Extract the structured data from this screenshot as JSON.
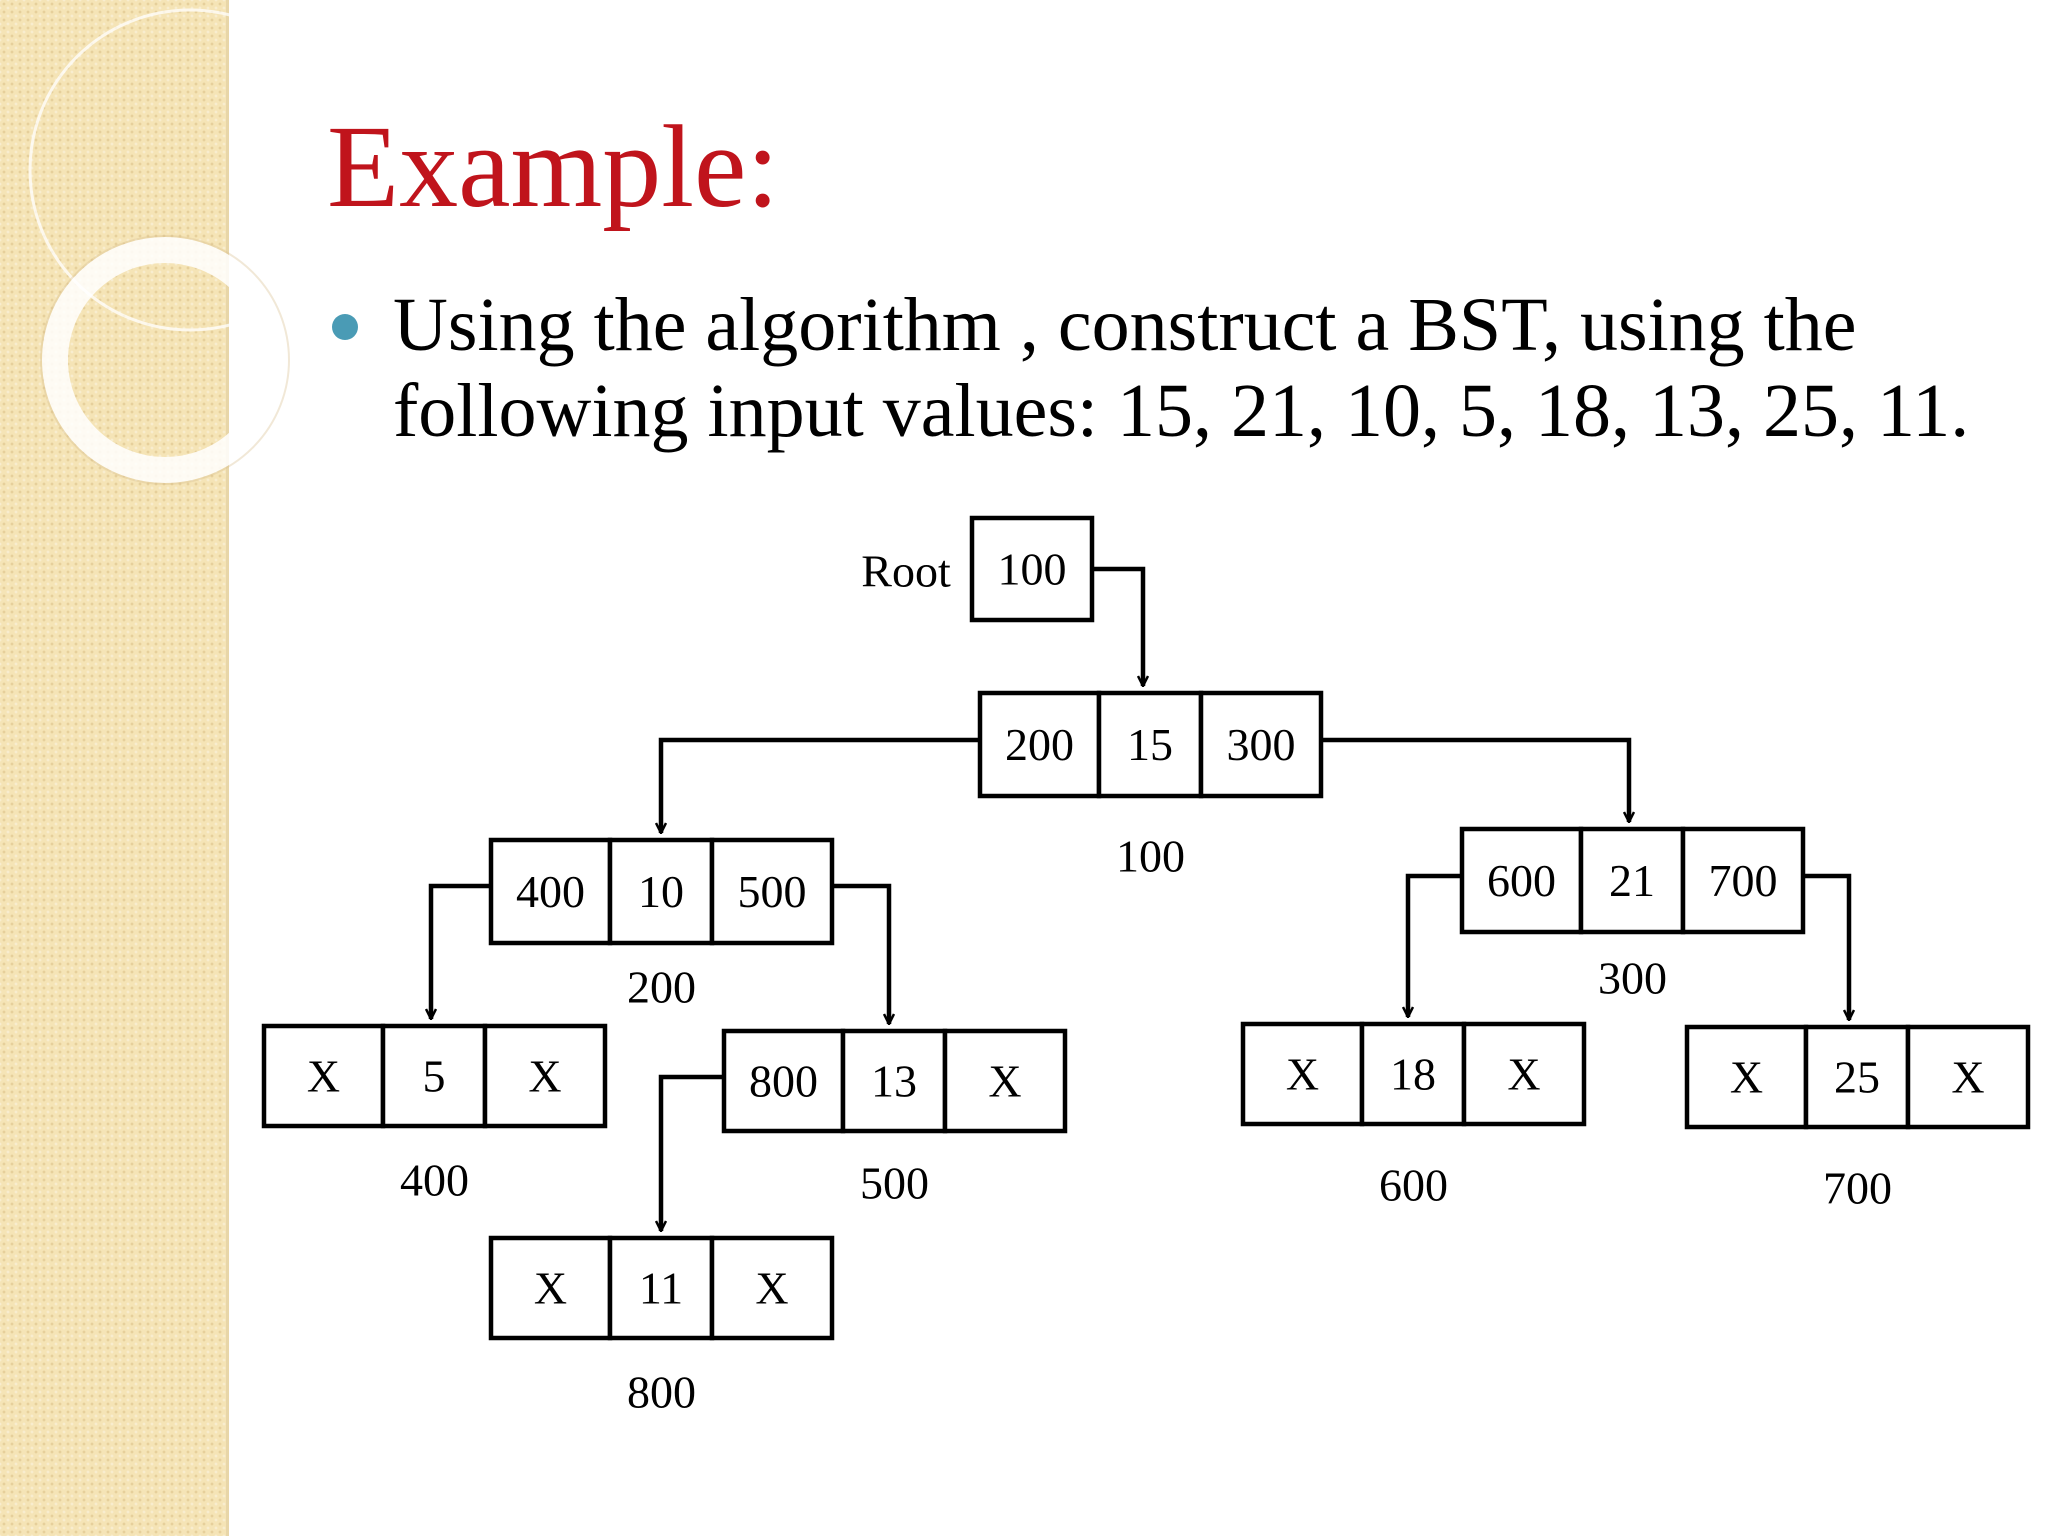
{
  "title": "Example:",
  "bullet": "Using the algorithm , construct a BST, using the following input values: 15, 21, 10, 5, 18, 13, 25, 11.",
  "diagram": {
    "root_label": "Root",
    "root_pointer": "100",
    "nodes": [
      {
        "id": "n100",
        "left": "200",
        "value": "15",
        "right": "300",
        "address": "100"
      },
      {
        "id": "n200",
        "left": "400",
        "value": "10",
        "right": "500",
        "address": "200"
      },
      {
        "id": "n300",
        "left": "600",
        "value": "21",
        "right": "700",
        "address": "300"
      },
      {
        "id": "n400",
        "left": "X",
        "value": "5",
        "right": "X",
        "address": "400"
      },
      {
        "id": "n500",
        "left": "800",
        "value": "13",
        "right": "X",
        "address": "500"
      },
      {
        "id": "n600",
        "left": "X",
        "value": "18",
        "right": "X",
        "address": "600"
      },
      {
        "id": "n700",
        "left": "X",
        "value": "25",
        "right": "X",
        "address": "700"
      },
      {
        "id": "n800",
        "left": "X",
        "value": "11",
        "right": "X",
        "address": "800"
      }
    ]
  }
}
